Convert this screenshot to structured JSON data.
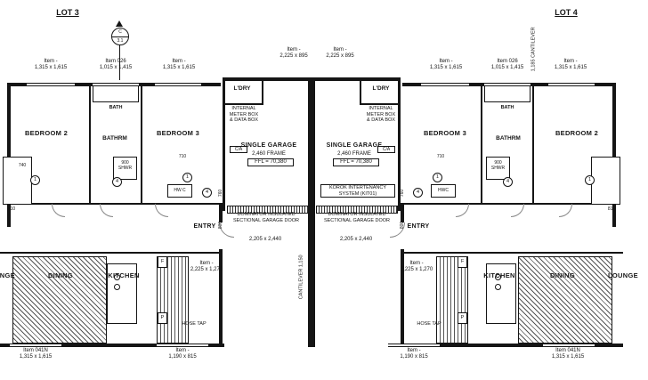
{
  "header": {
    "lot3": "LOT 3",
    "lot4": "LOT 4",
    "section_top": "C",
    "section_bottom": "3.1",
    "cantilever_right": "1,185 CANTILEVER",
    "cantilever_center": "CANTILEVER 1,150"
  },
  "schedule": {
    "win_1315": "Item -\n1,315 x 1,615",
    "win_026": "Item 026\n1,015 x 1,415",
    "win_895": "Item -\n2,225 x 895",
    "win_1270": "Item -\n2,225 x 1,270",
    "win_041n": "Item 041N\n1,315 x 1,615",
    "win_815": "Item -\n1,190 x 815"
  },
  "rooms": {
    "bedroom2": "BEDROOM 2",
    "bedroom3": "BEDROOM 3",
    "bathrm": "BATHRM",
    "bath": "BATH",
    "ldry": "L'DRY",
    "entry": "ENTRY",
    "dining": "DINING",
    "kitchen": "KITCHEN",
    "lounge": "LOUNGE",
    "garage_title": "SINGLE GARAGE",
    "garage_frame": "2,460 FRAME",
    "garage_ffl": "FFL = 70,380"
  },
  "notes": {
    "meter": "INTERNAL\nMETER BOX\n& DATA BOX",
    "garage_door": "DOMINATOR INSULATED\nSECTIONAL GARAGE DOOR",
    "garage_opening": "2,205 x 2,440",
    "korok": "KOROK INTERTENANCY\nSYSTEM (KIT01)",
    "hose_tap": "HOSE TAP",
    "ca": "C/A",
    "hw_left": "HW C",
    "hw_right": "HWC",
    "shwr": "900\nSHWR"
  },
  "dims": {
    "d740": "740",
    "d710": "710",
    "d810": "810",
    "d760": "760",
    "d800": "800"
  },
  "tags": {
    "one": "1",
    "four": "4",
    "fridge": "F",
    "pantry": "P"
  }
}
